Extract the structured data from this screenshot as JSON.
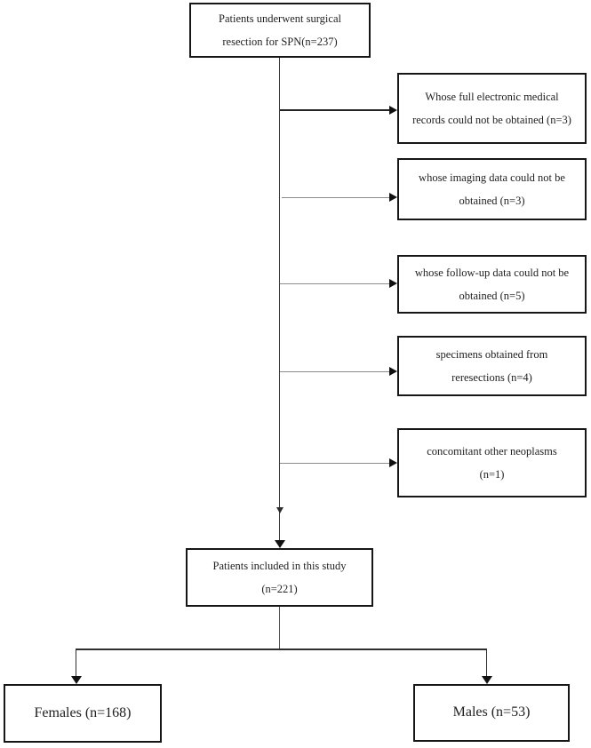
{
  "flowchart": {
    "top_box": {
      "lines": [
        "Patients underwent surgical",
        "resection for SPN(n=237)"
      ]
    },
    "exclusions": [
      {
        "lines": [
          "Whose full electronic medical",
          "records could not be obtained (n=3)"
        ]
      },
      {
        "lines": [
          "whose imaging data could not be",
          "obtained (n=3)"
        ]
      },
      {
        "lines": [
          "whose follow-up data could not be",
          "obtained (n=5)"
        ]
      },
      {
        "lines": [
          "specimens obtained from",
          "reresections (n=4)"
        ]
      },
      {
        "lines": [
          "concomitant other neoplasms",
          "(n=1)"
        ]
      }
    ],
    "included_box": {
      "lines": [
        "Patients included in this study",
        "(n=221)"
      ]
    },
    "outcome_boxes": [
      {
        "label": "Females (n=168)"
      },
      {
        "label": "Males (n=53)"
      }
    ]
  },
  "colors": {
    "background": "#ffffff",
    "box_border": "#161616",
    "text": "#1f1f1f",
    "connector_dark": "#2e2e2e",
    "connector_gray": "#8c8c8c",
    "arrowhead": "#111111"
  }
}
